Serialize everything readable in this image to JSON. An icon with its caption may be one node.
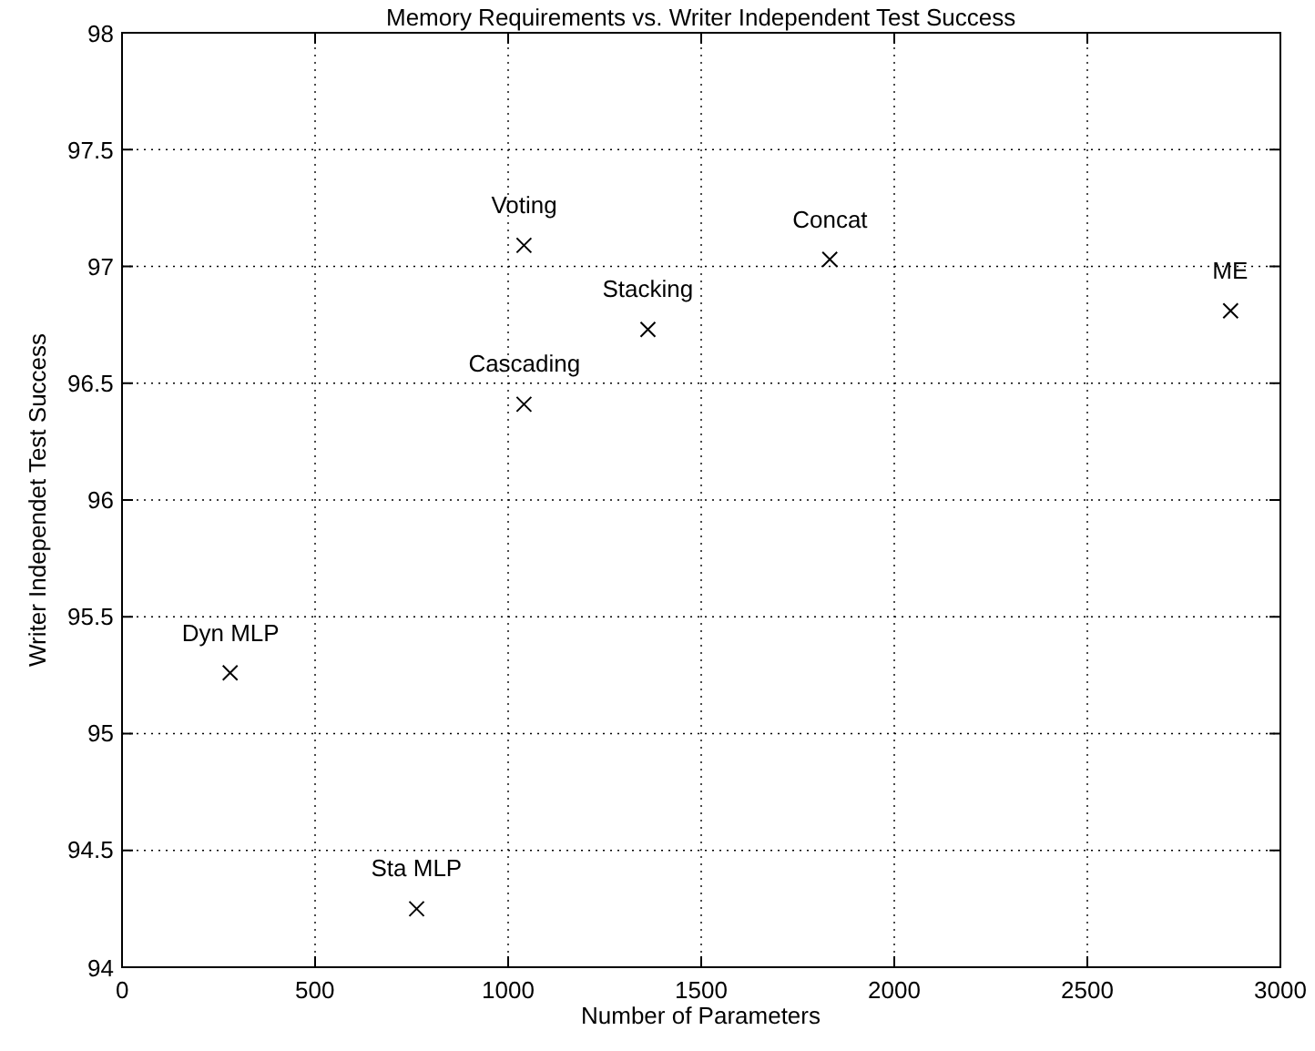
{
  "diagram": {
    "chart_data": {
      "type": "scatter",
      "title": "Memory Requirements vs. Writer Independent Test Success",
      "xlabel": "Number of Parameters",
      "ylabel": "Writer Independet Test Success",
      "x": [
        280,
        763,
        1041,
        1041,
        1362,
        1833,
        2871
      ],
      "series": [
        {
          "color": "#000000",
          "values": [
            95.26,
            94.25,
            97.09,
            96.41,
            96.73,
            97.03,
            96.81
          ]
        }
      ],
      "grid": true,
      "xlim": [
        0,
        3000
      ],
      "ylim": [
        94,
        98
      ],
      "xticks": [
        0,
        500,
        1000,
        1500,
        2000,
        2500,
        3000
      ],
      "yticks": [
        94,
        94.5,
        95,
        95.5,
        96,
        96.5,
        97,
        97.5,
        98
      ],
      "annotations": [
        {
          "text": "Dyn MLP",
          "x": 280,
          "y": 95.26
        },
        {
          "text": "Sta MLP",
          "x": 763,
          "y": 94.25
        },
        {
          "text": "Voting",
          "x": 1041,
          "y": 97.09
        },
        {
          "text": "Cascading",
          "x": 1041,
          "y": 96.41
        },
        {
          "text": "Stacking",
          "x": 1362,
          "y": 96.73
        },
        {
          "text": "Concat",
          "x": 1833,
          "y": 97.03
        },
        {
          "text": "ME",
          "x": 2871,
          "y": 96.81
        }
      ]
    }
  }
}
